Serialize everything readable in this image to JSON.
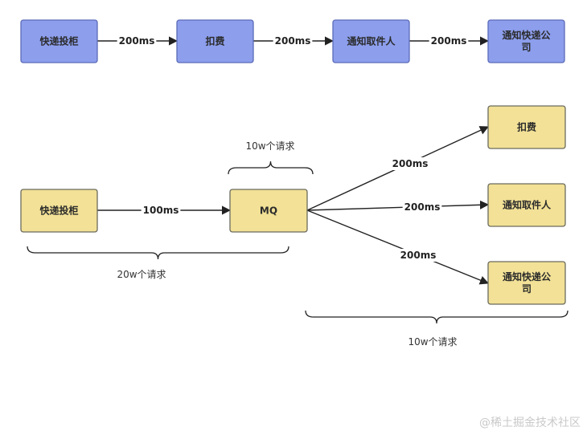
{
  "colors": {
    "blue_fill": "#8c9eec",
    "blue_stroke": "#5b6bb8",
    "yellow_fill": "#f2e196",
    "yellow_stroke": "#6b6b5e",
    "line": "#222222"
  },
  "flow_sync": {
    "nodes": [
      {
        "id": "s1",
        "lines": [
          "快递投柜"
        ]
      },
      {
        "id": "s2",
        "lines": [
          "扣费"
        ]
      },
      {
        "id": "s3",
        "lines": [
          "通知取件人"
        ]
      },
      {
        "id": "s4",
        "lines": [
          "通知快递公",
          "司"
        ]
      }
    ],
    "edges": [
      {
        "from": "s1",
        "to": "s2",
        "label": "200ms"
      },
      {
        "from": "s2",
        "to": "s3",
        "label": "200ms"
      },
      {
        "from": "s3",
        "to": "s4",
        "label": "200ms"
      }
    ]
  },
  "flow_async": {
    "nodes": [
      {
        "id": "a1",
        "lines": [
          "快递投柜"
        ]
      },
      {
        "id": "mq",
        "lines": [
          "MQ"
        ]
      },
      {
        "id": "c1",
        "lines": [
          "扣费"
        ]
      },
      {
        "id": "c2",
        "lines": [
          "通知取件人"
        ]
      },
      {
        "id": "c3",
        "lines": [
          "通知快递公",
          "司"
        ]
      }
    ],
    "edges": [
      {
        "from": "a1",
        "to": "mq",
        "label": "100ms"
      },
      {
        "from": "mq",
        "to": "c1",
        "label": "200ms"
      },
      {
        "from": "mq",
        "to": "c2",
        "label": "200ms"
      },
      {
        "from": "mq",
        "to": "c3",
        "label": "200ms"
      }
    ],
    "annotations": [
      {
        "id": "mq-load",
        "text": "10w个请求"
      },
      {
        "id": "producer-load",
        "text": "20w个请求"
      },
      {
        "id": "consumer-load",
        "text": "10w个请求"
      }
    ]
  },
  "watermark": "@稀土掘金技术社区"
}
